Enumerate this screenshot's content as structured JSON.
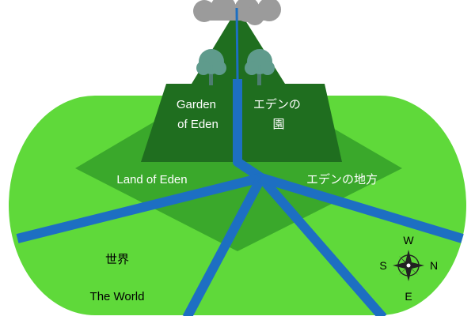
{
  "labels": {
    "garden_en": [
      "Garden",
      "of Eden"
    ],
    "garden_ja": [
      "エデンの",
      "園"
    ],
    "land_en": "Land of Eden",
    "land_ja": "エデンの地方",
    "world_ja": "世界",
    "world_en": "The World"
  },
  "compass": {
    "north": "N",
    "south": "S",
    "east": "E",
    "west": "W"
  },
  "colors": {
    "world": "#5fd93a",
    "land": "#3aa82b",
    "mountain": "#1f6e1f",
    "river": "#1d6fc2",
    "cloud": "#9b9b9b",
    "tree": "#5f9b8c"
  },
  "icons": [
    "cloud-icon",
    "tree-icon",
    "compass-rose-icon"
  ]
}
